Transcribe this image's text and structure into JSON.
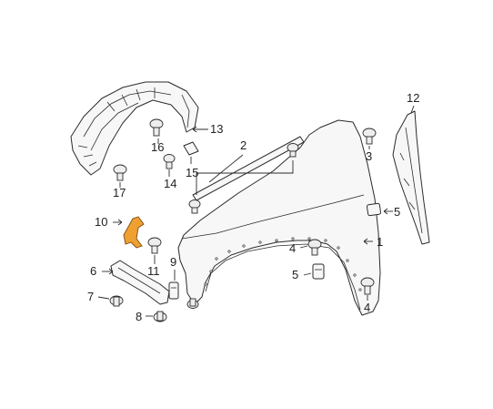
{
  "colors": {
    "highlight": "#f0a030",
    "line": "#2b2b2b",
    "background": "#ffffff"
  },
  "callouts": {
    "c1": "1",
    "c2": "2",
    "c3": "3",
    "c4a": "4",
    "c4b": "4",
    "c5a": "5",
    "c5b": "5",
    "c6": "6",
    "c7": "7",
    "c8": "8",
    "c9": "9",
    "c10": "10",
    "c11": "11",
    "c12": "12",
    "c13": "13",
    "c14": "14",
    "c15": "15",
    "c16": "16",
    "c17": "17"
  }
}
